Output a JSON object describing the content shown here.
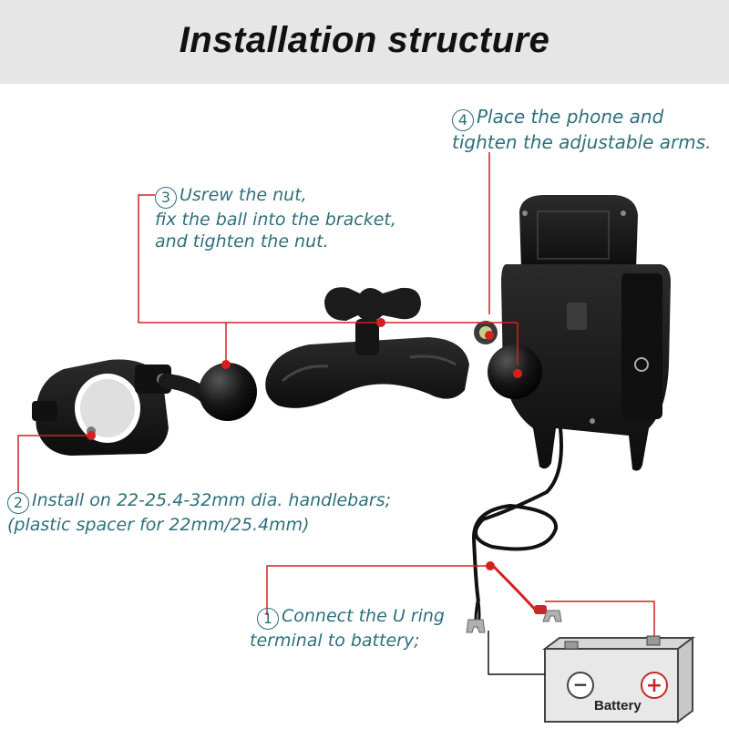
{
  "title": "Installation structure",
  "steps": [
    {
      "number": "1",
      "lines": [
        "Connect the U ring",
        "terminal to battery;"
      ]
    },
    {
      "number": "2",
      "lines": [
        "Install on 22-25.4-32mm dia. handlebars;",
        "(plastic spacer for 22mm/25.4mm)"
      ]
    },
    {
      "number": "3",
      "lines": [
        "Usrew the nut,",
        "fix the ball into the bracket,",
        "and tighten the nut."
      ]
    },
    {
      "number": "4",
      "lines": [
        "Place the phone and",
        "tighten the adjustable arms."
      ]
    }
  ],
  "battery": {
    "label": "Battery",
    "minus": "−",
    "plus": "+"
  },
  "colors": {
    "accent_text": "#2e6f7c",
    "leader_line": "#d42020",
    "title_bar": "#e6e6e6",
    "product": "#1a1a1a"
  }
}
